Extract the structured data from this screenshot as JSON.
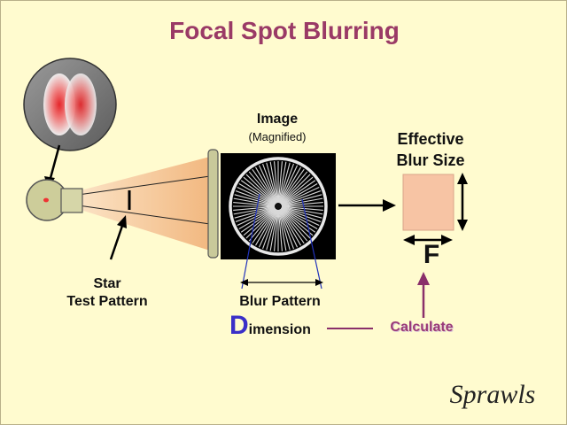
{
  "title": "Focal Spot Blurring",
  "image": {
    "label": "Image",
    "sublabel": "(Magnified)"
  },
  "effective_blur": {
    "line1": "Effective",
    "line2": "Blur Size",
    "symbol": "F"
  },
  "star_test": {
    "line1": "Star",
    "line2": "Test Pattern"
  },
  "blur_pattern": "Blur Pattern",
  "dimension": {
    "initial": "D",
    "rest": "imension"
  },
  "calculate": "Calculate",
  "signature": "Sprawls",
  "colors": {
    "background": "#fffbcf",
    "title": "#9a3a66",
    "dimension_initial": "#3a2fc8",
    "calculate": "#9a3a78",
    "beam": "#f5c08a",
    "blur_square": "#f7c4a4",
    "tube": "#cdcd9a"
  }
}
